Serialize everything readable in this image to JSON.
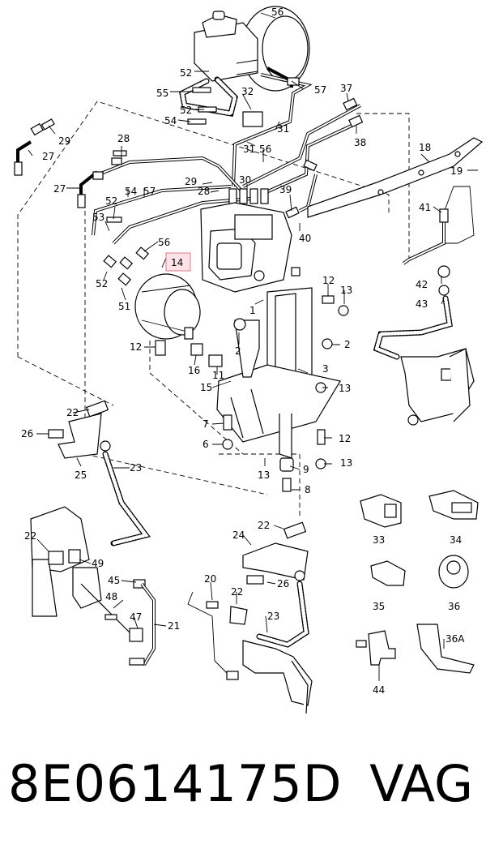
{
  "labels": {
    "c52a": "52",
    "c56a": "56",
    "c55": "55",
    "c57a": "57",
    "c32": "32",
    "c37": "37",
    "c52b": "52",
    "c54a": "54",
    "c31a": "31",
    "c29a": "29",
    "c27a": "27",
    "c28a": "28",
    "c31b": "31",
    "c56b": "56",
    "c18": "18",
    "c38": "38",
    "c19": "19",
    "c27b": "27",
    "c54b": "54",
    "c57b": "57",
    "c29b": "29",
    "c28b": "28",
    "c30": "30",
    "c52c": "52",
    "c39": "39",
    "c41": "41",
    "c53": "53",
    "c40": "40",
    "c56c": "56",
    "c14": "14",
    "c52d": "52",
    "c1": "1",
    "c12a": "12",
    "c13a": "13",
    "c42": "42",
    "c51": "51",
    "c43": "43",
    "c12b": "12",
    "c2a": "2",
    "c2b": "2",
    "c16": "16",
    "c3": "3",
    "c11": "11",
    "c15": "15",
    "c13b": "13",
    "c22a": "22",
    "c7": "7",
    "c26a": "26",
    "c12c": "12",
    "c6": "6",
    "c23a": "23",
    "c9": "9",
    "c13c": "13",
    "c25": "25",
    "c13d": "13",
    "c8": "8",
    "c33": "33",
    "c34": "34",
    "c22b": "22",
    "c22c": "22",
    "c24": "24",
    "c49": "49",
    "c35": "35",
    "c36": "36",
    "c45": "45",
    "c26b": "26",
    "c20": "20",
    "c22d": "22",
    "c48": "48",
    "c47": "47",
    "c21": "21",
    "c23b": "23",
    "c36a": "36A",
    "c44": "44"
  },
  "caption": {
    "part_number": "8E0614175D",
    "brand": "VAG"
  },
  "highlight": {
    "callout": "c14",
    "fill": "#fde3e8",
    "stroke": "#d77a8a"
  }
}
